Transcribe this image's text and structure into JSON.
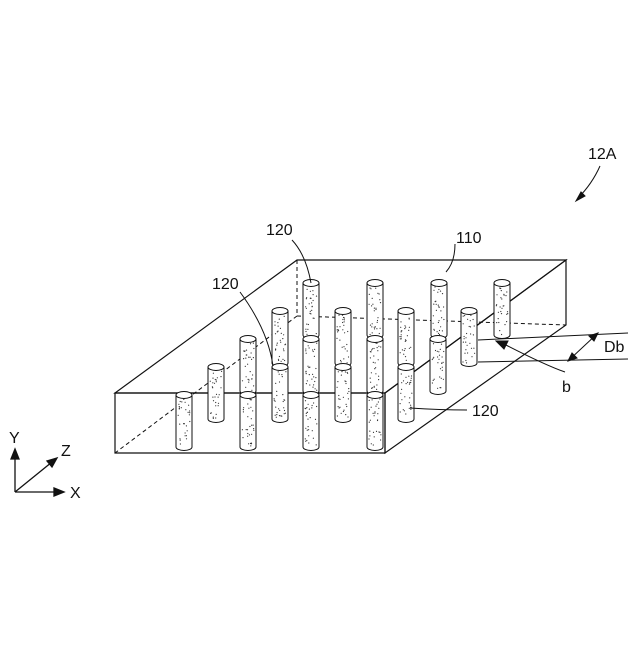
{
  "figure": {
    "reference": "12A",
    "labels": {
      "substrate": "110",
      "pillar_top": "120",
      "pillar_left": "120",
      "pillar_bottom": "120",
      "element_b": "b",
      "diameter": "Db"
    },
    "axes": {
      "x": "X",
      "y": "Y",
      "z": "Z"
    },
    "colors": {
      "line": "#111111",
      "pillar_fill": "#ffffff",
      "dots": "#333333"
    }
  }
}
